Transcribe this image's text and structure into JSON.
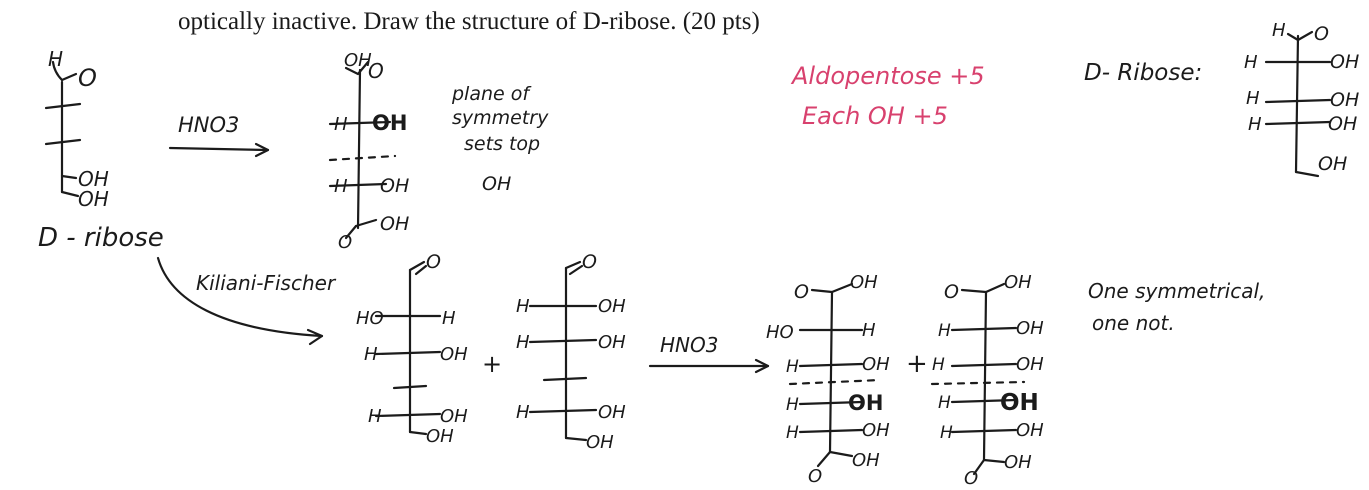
{
  "question_text": "optically inactive. Draw the structure of D-ribose. (20 pts)",
  "top_left_structure": {
    "top_h": "H",
    "top_o": "O",
    "oh_lower1": "OH",
    "oh_lower2": "OH",
    "name": "D - ribose"
  },
  "reaction_1": {
    "reagent": "HNO3",
    "product": {
      "top_oh": "OH",
      "top_o": "O",
      "h1": "H",
      "oh1": "OH",
      "h2": "H",
      "oh2": "OH",
      "bottom_oh": "OH",
      "bottom_o": "O"
    },
    "note_lines": [
      "plane of",
      "symmetry",
      "sets top",
      "OH"
    ]
  },
  "grading_note": {
    "line1": "Aldopentose  +5",
    "line2": "Each   OH  +5"
  },
  "answer": {
    "label": "D- Ribose:",
    "top_h": "H",
    "top_o": "O",
    "rows": [
      {
        "left": "H",
        "right": "OH"
      },
      {
        "left": "H",
        "right": "OH"
      },
      {
        "left": "H",
        "right": "OH"
      }
    ],
    "bottom_oh": "OH"
  },
  "kiliani": {
    "label": "Kiliani-Fischer",
    "plus": "+",
    "structure_a": {
      "top_o": "O",
      "rows": [
        {
          "left": "HO",
          "right": "H"
        },
        {
          "left": "H",
          "right": "OH"
        },
        {
          "left": "H",
          "right": "OH"
        }
      ],
      "bottom_oh": "OH"
    },
    "structure_b": {
      "top_o": "O",
      "rows": [
        {
          "left": "H",
          "right": "OH"
        },
        {
          "left": "H",
          "right": "OH"
        },
        {
          "left": "H",
          "right": "OH"
        }
      ],
      "bottom_oh": "OH"
    }
  },
  "reaction_2": {
    "reagent": "HNO3",
    "plus": "+",
    "product_a": {
      "top_o": "O",
      "top_oh": "OH",
      "rows": [
        {
          "left": "HO",
          "right": "H"
        },
        {
          "left": "H",
          "right": "OH"
        },
        {
          "left": "H",
          "right": "OH"
        },
        {
          "left": "H",
          "right": "OH"
        }
      ],
      "bottom_oh": "OH",
      "bottom_o": "O"
    },
    "product_b": {
      "top_o": "O",
      "top_oh": "OH",
      "rows": [
        {
          "left": "H",
          "right": "OH"
        },
        {
          "left": "H",
          "right": "OH"
        },
        {
          "left": "H",
          "right": "OH"
        },
        {
          "left": "H",
          "right": "OH"
        }
      ],
      "bottom_oh": "OH",
      "bottom_o": "O"
    }
  },
  "conclusion": {
    "line1": "One symmetrical,",
    "line2": "one not."
  }
}
